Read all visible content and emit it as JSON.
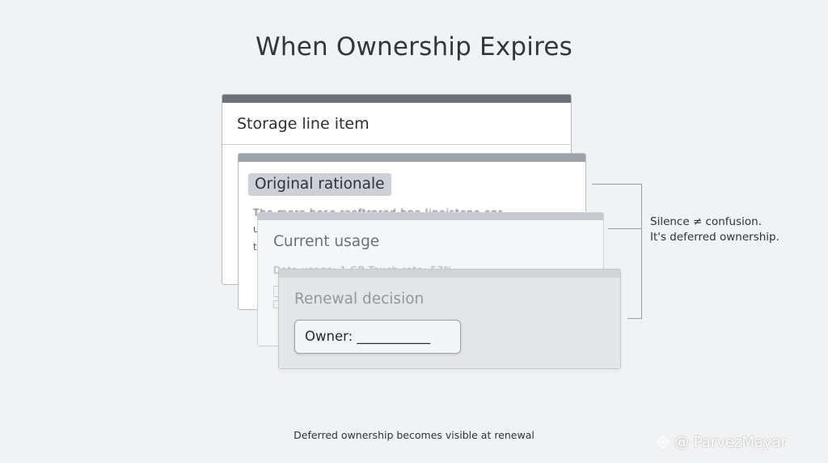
{
  "title": "When Ownership Expires",
  "cards": {
    "storage": {
      "title": "Storage line item"
    },
    "rationale": {
      "title": "Original rationale",
      "body_line1": "The mere bese reoftrnred bne lineistene enr",
      "body_line2": "u",
      "body_line3": "t"
    },
    "usage": {
      "title": "Current usage",
      "faded_text": "Data usage: 1 GB          Touch rate: 57%"
    },
    "renewal": {
      "title": "Renewal decision",
      "owner_field": "Owner: ___________"
    }
  },
  "note": {
    "line1": "Silence ≠ confusion.",
    "line2": "It's deferred ownership."
  },
  "caption": "Deferred ownership becomes visible at renewal",
  "watermark": "@ ParvezMayar",
  "colors": {
    "background": "#f1f2f4",
    "dark_bar": "#6c7179",
    "pill": "#cdd0d5",
    "renewal_card": "#e4e5e8"
  }
}
